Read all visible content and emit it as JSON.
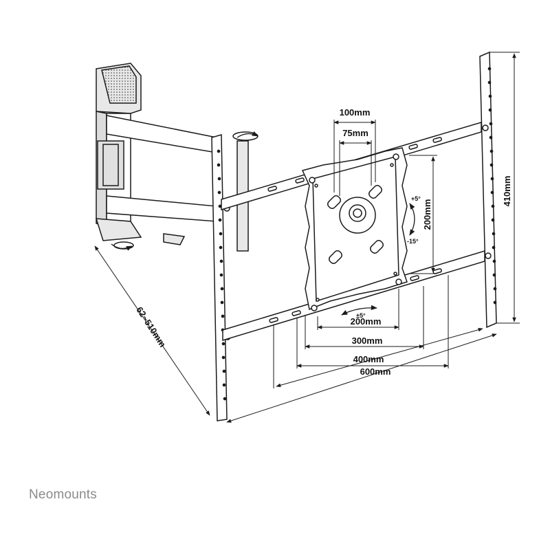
{
  "diagram": {
    "dimensions": {
      "vesa_100": "100mm",
      "vesa_75": "75mm",
      "vesa_200_vertical": "200mm",
      "wall_plate_height": "410mm",
      "arm_extension": "62~510mm",
      "spacing_200": "200mm",
      "spacing_300": "300mm",
      "spacing_400": "400mm",
      "spacing_600": "600mm"
    },
    "angles": {
      "tilt_up": "+5°",
      "tilt_down": "-15°",
      "rotation": "±5°"
    }
  },
  "brand": {
    "name": "Neomounts",
    "color": "#8a8a8a"
  },
  "colors": {
    "line": "#1a1a1a",
    "fill": "#ffffff",
    "shade": "#d9d9d9"
  }
}
